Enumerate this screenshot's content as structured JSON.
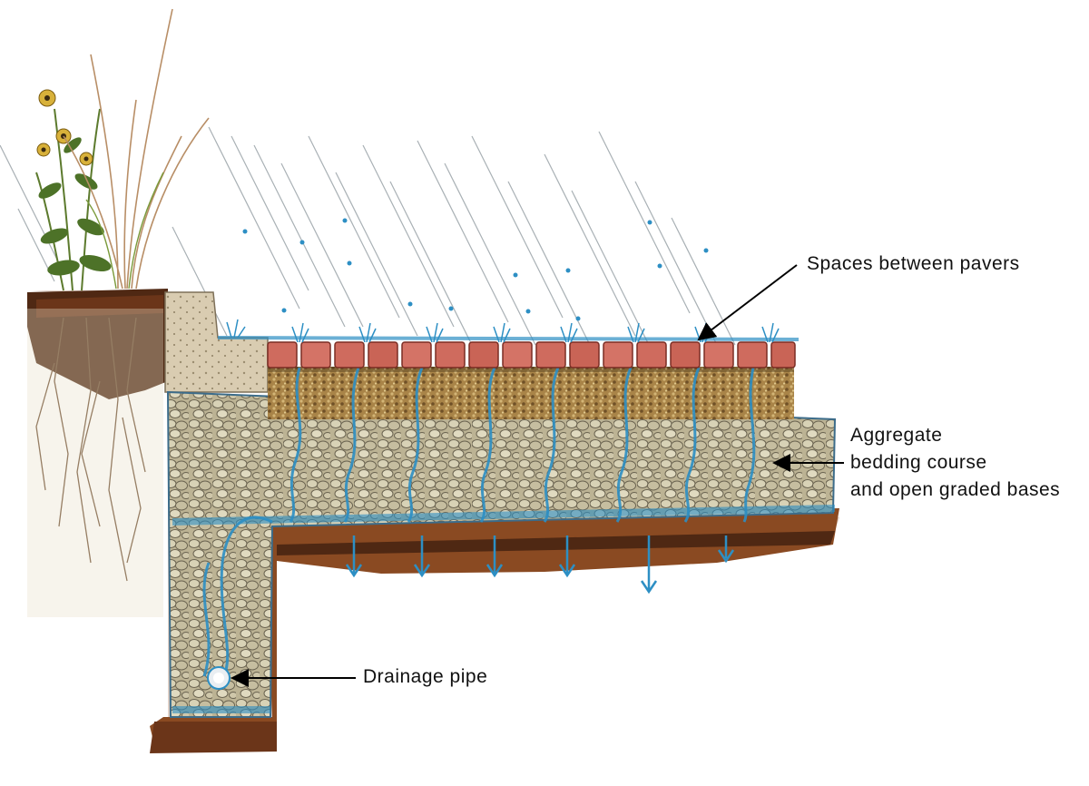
{
  "labels": {
    "spaces": "Spaces between pavers",
    "aggregate_line1": "Aggregate",
    "aggregate_line2": "bedding course",
    "aggregate_line3": "and open graded bases",
    "pipe": "Drainage pipe"
  },
  "colors": {
    "paver": "#cf6b5e",
    "paver_dark": "#a9473d",
    "soil": "#8a4a22",
    "soil_dark": "#4f2813",
    "curb": "#d9ccb1",
    "gravel": "#c9c0a2",
    "water": "#2d8fc4",
    "bedding": "#a98448",
    "grass": "#5c7a2d"
  },
  "icons": {
    "rain": "rain-streaks",
    "plants": "plants-icon",
    "pipe": "drainage-pipe-icon"
  }
}
